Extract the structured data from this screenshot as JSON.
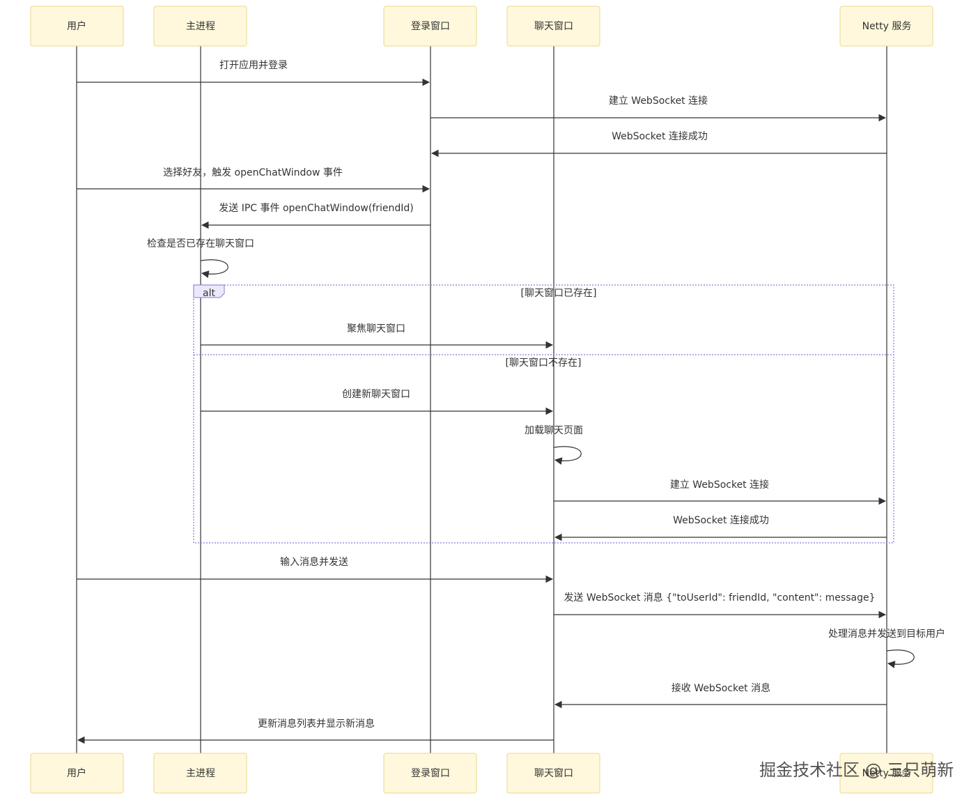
{
  "participants": [
    {
      "id": "user",
      "label": "用户"
    },
    {
      "id": "main",
      "label": "主进程"
    },
    {
      "id": "login",
      "label": "登录窗口"
    },
    {
      "id": "chat",
      "label": "聊天窗口"
    },
    {
      "id": "netty",
      "label": "Netty 服务"
    }
  ],
  "messages": [
    {
      "from": "user",
      "to": "login",
      "text": "打开应用并登录"
    },
    {
      "from": "login",
      "to": "netty",
      "text": "建立 WebSocket 连接"
    },
    {
      "from": "netty",
      "to": "login",
      "text": "WebSocket 连接成功"
    },
    {
      "from": "user",
      "to": "login",
      "text": "选择好友，触发 openChatWindow 事件"
    },
    {
      "from": "login",
      "to": "main",
      "text": "发送 IPC 事件 openChatWindow(friendId)"
    },
    {
      "from": "main",
      "to": "main",
      "text": "检查是否已存在聊天窗口"
    },
    {
      "from": "main",
      "to": "chat",
      "text": "聚焦聊天窗口"
    },
    {
      "from": "main",
      "to": "chat",
      "text": "创建新聊天窗口"
    },
    {
      "from": "chat",
      "to": "chat",
      "text": "加载聊天页面"
    },
    {
      "from": "chat",
      "to": "netty",
      "text": "建立 WebSocket 连接"
    },
    {
      "from": "netty",
      "to": "chat",
      "text": "WebSocket 连接成功"
    },
    {
      "from": "user",
      "to": "chat",
      "text": "输入消息并发送"
    },
    {
      "from": "chat",
      "to": "netty",
      "text": "发送 WebSocket 消息 {\"toUserId\": friendId, \"content\": message}"
    },
    {
      "from": "netty",
      "to": "netty",
      "text": "处理消息并发送到目标用户"
    },
    {
      "from": "netty",
      "to": "chat",
      "text": "接收 WebSocket 消息"
    },
    {
      "from": "chat",
      "to": "user",
      "text": "更新消息列表并显示新消息"
    }
  ],
  "alt_block": {
    "label": "alt",
    "conditions": [
      "[聊天窗口已存在]",
      "[聊天窗口不存在]"
    ]
  },
  "watermark": "掘金技术社区 @ 三只萌新",
  "colors": {
    "actor_fill": "#fff8dc",
    "actor_stroke": "#e8d98a",
    "alt_frame": "#9370db",
    "line": "#333333"
  }
}
